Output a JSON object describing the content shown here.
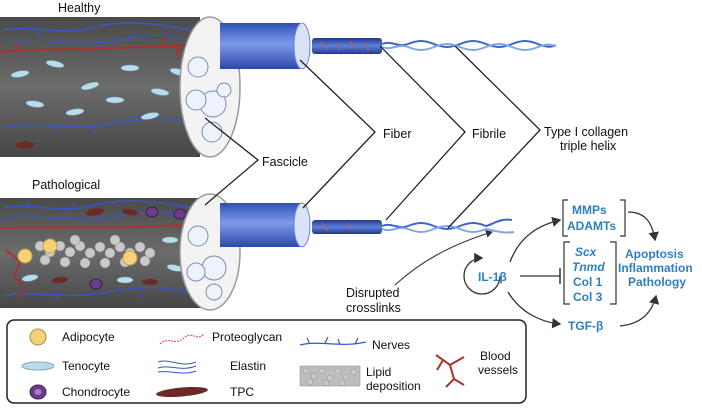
{
  "rows": {
    "healthy_label": "Healthy",
    "pathological_label": "Pathological"
  },
  "hierarchy": {
    "fascicle": "Fascicle",
    "fiber": "Fiber",
    "fibrile": "Fibrile",
    "collagen_line1": "Type I collagen",
    "collagen_line2": "triple helix",
    "disrupted_line1": "Disrupted",
    "disrupted_line2": "crosslinks"
  },
  "pathway": {
    "mmps": "MMPs",
    "adamts": "ADAMTs",
    "il1b": "IL-1β",
    "scx": "Scx",
    "tnmd": "Tnmd",
    "col1": "Col 1",
    "col3": "Col 3",
    "tgfb": "TGF-β",
    "outcome_1": "Apoptosis",
    "outcome_2": "Inflammation",
    "outcome_3": "Pathology",
    "colors": {
      "text": "#2f7fc1",
      "arrow": "#333333"
    }
  },
  "legend": {
    "adipocyte": "Adipocyte",
    "tenocyte": "Tenocyte",
    "chondrocyte": "Chondrocyte",
    "proteoglycan": "Proteoglycan",
    "elastin": "Elastin",
    "tpc": "TPC",
    "nerves": "Nerves",
    "lipid_line1": "Lipid",
    "lipid_line2": "deposition",
    "blood_line1": "Blood",
    "blood_line2": "vessels"
  },
  "colors": {
    "tissue": "#5a5a5a",
    "fiber_blue": "#4a6fd0",
    "nerve": "#3a56c4",
    "blood": "#a8322c",
    "tenocyte": "#b8dcea",
    "adipocyte": "#f3d27a",
    "chondrocyte": "#6a3d8a",
    "tpc": "#6b2a24"
  }
}
